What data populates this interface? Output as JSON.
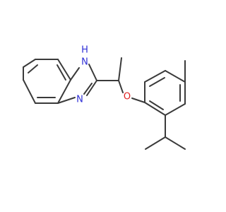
{
  "molecule": {
    "atom_labels": {
      "nh_n": "N",
      "nh_h": "H",
      "n_imine": "N",
      "o_ether": "O"
    },
    "colors": {
      "bond": "#3a3a3a",
      "nitrogen": "#2f2fd6",
      "oxygen": "#e02020"
    }
  }
}
